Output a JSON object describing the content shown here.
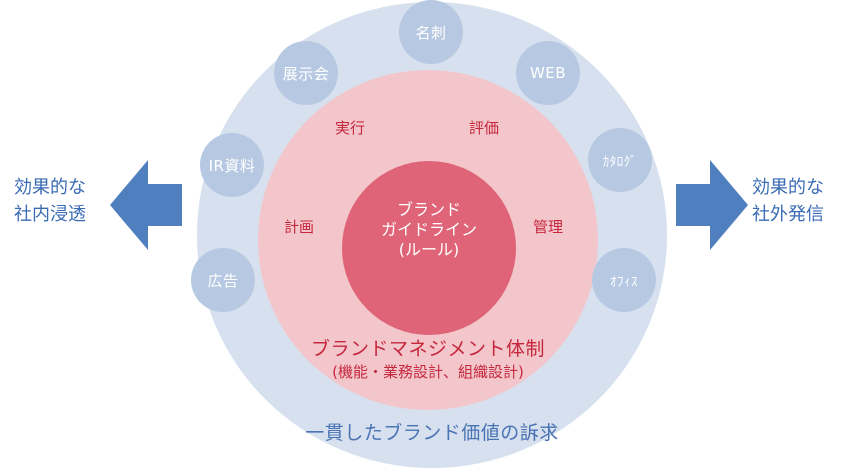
{
  "diagram": {
    "core": {
      "lines": [
        "ブランド",
        "ガイドライン",
        "(ルール)"
      ]
    },
    "management": {
      "jikko": "実行",
      "hyoka": "評価",
      "keikaku": "計画",
      "kanri": "管理"
    },
    "system": {
      "title": "ブランドマネジメント体制",
      "subtitle": "(機能・業務設計、組織設計)"
    },
    "touchpoints": {
      "meishi": "名刺",
      "tenjikai": "展示会",
      "web": "WEB",
      "ir": "IR資料",
      "catalog": "ｶﾀﾛｸﾞ",
      "kokoku": "広告",
      "office": "ｵﾌｨｽ"
    },
    "appeal": "一貫したブランド価値の訴求",
    "left": {
      "lines": [
        "効果的な",
        "社内浸透"
      ]
    },
    "right": {
      "lines": [
        "効果的な",
        "社外発信"
      ]
    },
    "colors": {
      "outer_ring": "#d6e0ee",
      "inner_ring": "#f3c6cc",
      "core": "#df6478",
      "bubble": "#b7c9e2",
      "arrow": "#4f7fbf",
      "accent_red": "#c5283d",
      "accent_blue": "#3a6bb5"
    }
  }
}
